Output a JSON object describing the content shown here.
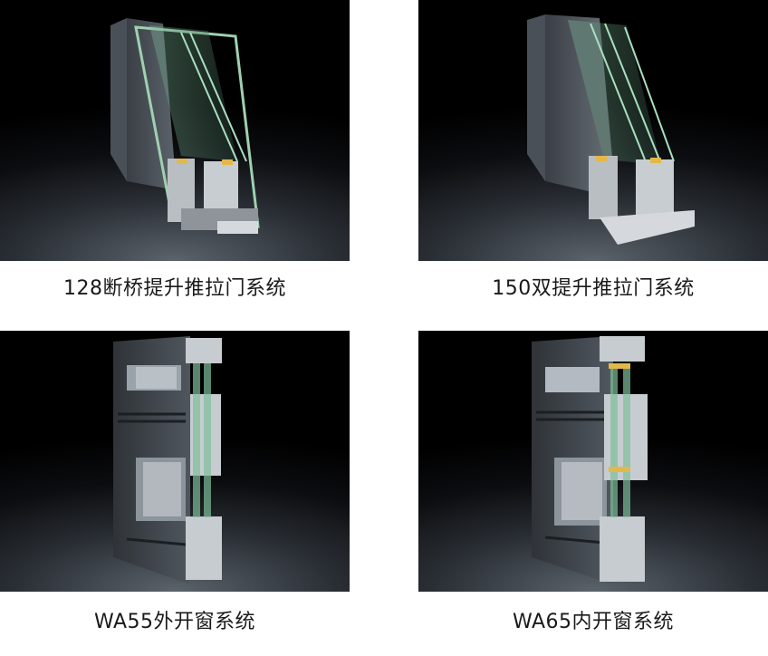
{
  "products": [
    {
      "caption": "128断桥提升推拉门系统",
      "image": "sliding-door-profile-128"
    },
    {
      "caption": "150双提升推拉门系统",
      "image": "sliding-door-profile-150"
    },
    {
      "caption": "WA55外开窗系统",
      "image": "casement-window-profile-wa55"
    },
    {
      "caption": "WA65内开窗系统",
      "image": "casement-window-profile-wa65"
    }
  ]
}
